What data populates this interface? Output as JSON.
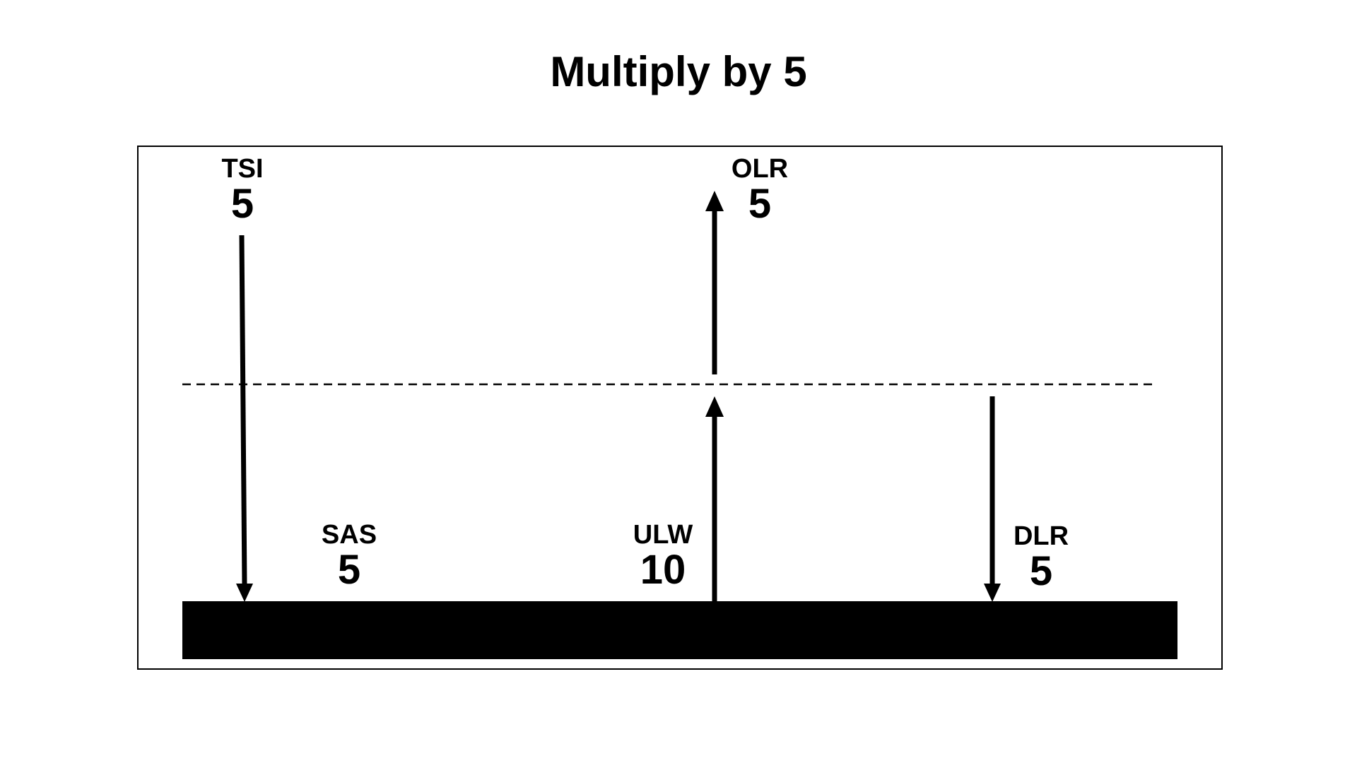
{
  "title": "Multiply by 5",
  "fluxes": {
    "tsi": {
      "name": "TSI",
      "value": "5"
    },
    "olr": {
      "name": "OLR",
      "value": "5"
    },
    "sas": {
      "name": "SAS",
      "value": "5"
    },
    "ulw": {
      "name": "ULW",
      "value": "10"
    },
    "dlr": {
      "name": "DLR",
      "value": "5"
    }
  },
  "colors": {
    "ink": "#000000",
    "background": "#ffffff"
  }
}
